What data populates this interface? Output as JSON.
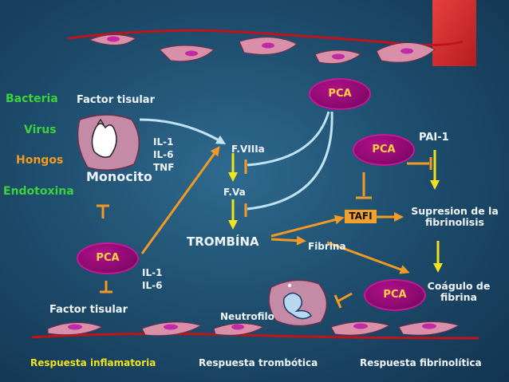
{
  "colors": {
    "background": "#1f4f6f",
    "pca_fill": "#8a0a6e",
    "pca_text": "#ffd23a",
    "green_text": "#3cd23c",
    "orange": "#f39a25",
    "yellow": "#f0e220",
    "arrow_blue": "#bfe2f5",
    "vessel_red": "#c0141a",
    "accent_square": "#d62b2b"
  },
  "icons": [
    "endothelial-cell",
    "monocyte-cell",
    "neutrophil-cell"
  ],
  "left": {
    "agents": [
      "Bacteria",
      "Virus",
      "Hongos",
      "Endotoxina"
    ],
    "factor_tisular_top": "Factor tisular",
    "monocito": "Monocito",
    "cytokines_top": [
      "IL-1",
      "IL-6",
      "TNF"
    ],
    "cytokines_bottom": [
      "IL-1",
      "IL-6"
    ],
    "factor_tisular_bottom": "Factor tisular",
    "pca": "PCA"
  },
  "middle": {
    "pca_top": "PCA",
    "f_viiia": "F.VIIIa",
    "f_va": "F.Va",
    "trombina": "TROMBÍNA",
    "fibrina": "Fibrina",
    "neutrofilo": "Neutrofilo"
  },
  "right": {
    "pai": "PAI-1",
    "pca_mid": "PCA",
    "tafi": "TAFI",
    "supresion": [
      "Supresion de la",
      "fibrinolisis"
    ],
    "pca_bottom": "PCA",
    "coagulo": [
      "Coágulo de",
      "fibrina"
    ]
  },
  "footer": {
    "inflamatoria": "Respuesta inflamatoria",
    "trombotica": "Respuesta trombótica",
    "fibrinolitica": "Respuesta fibrinolítica"
  }
}
